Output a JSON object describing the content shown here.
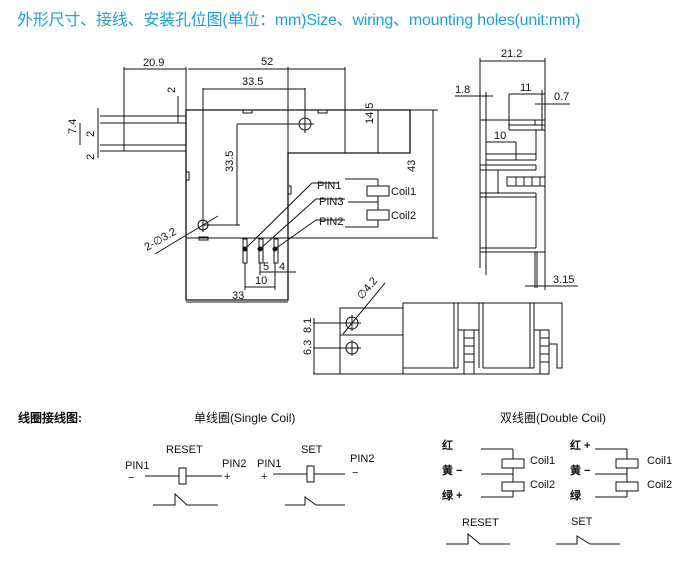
{
  "title": "外形尺寸、接线、安装孔位图(单位：mm)Size、wiring、mounting holes(unit:mm)",
  "colors": {
    "title": "#1aa0dc",
    "line": "#111111"
  },
  "front_view": {
    "dims": {
      "w52": "52",
      "w20_9": "20.9",
      "w33_5": "33.5",
      "h2_top": "2",
      "h7_4": "7.4",
      "h2_a": "2",
      "h2_b": "2",
      "h33_5": "33.5",
      "h14_5": "14.5",
      "h43": "43",
      "w33": "33",
      "w10": "10",
      "w5": "5",
      "w4": "4",
      "hole": "2-∅3.2"
    },
    "pins": {
      "pin1": "PIN1",
      "pin3": "PIN3",
      "pin2": "PIN2"
    },
    "coils": {
      "coil1": "Coil1",
      "coil2": "Coil2"
    }
  },
  "side_view": {
    "dims": {
      "w21_2": "21.2",
      "w1_8": "1.8",
      "w11": "11",
      "w0_7": "0.7",
      "w10": "10",
      "w3_15": "3.15"
    }
  },
  "bottom_view": {
    "dims": {
      "hole": "∅4.2",
      "h8_1": "8.1",
      "h6_3": "6.3"
    }
  },
  "wiring": {
    "heading": "线圈接线图:",
    "single": {
      "title": "单线圈(Single Coil)",
      "reset": {
        "label": "RESET",
        "left_pin": "PIN1",
        "left_sign": "−",
        "right_pin": "PIN2",
        "right_sign": "+"
      },
      "set": {
        "label": "SET",
        "left_pin": "PIN1",
        "left_sign": "+",
        "right_pin": "PIN2",
        "right_sign": "−"
      }
    },
    "double": {
      "title": "双线圈(Double Coil)",
      "left": {
        "red": "红",
        "yellow": "黄 −",
        "green": "绿 +",
        "coil1": "Coil1",
        "coil2": "Coil2"
      },
      "right": {
        "red": "红 +",
        "yellow": "黄 −",
        "green": "绿",
        "coil1": "Coil1",
        "coil2": "Coil2"
      },
      "reset_label": "RESET",
      "set_label": "SET"
    }
  }
}
